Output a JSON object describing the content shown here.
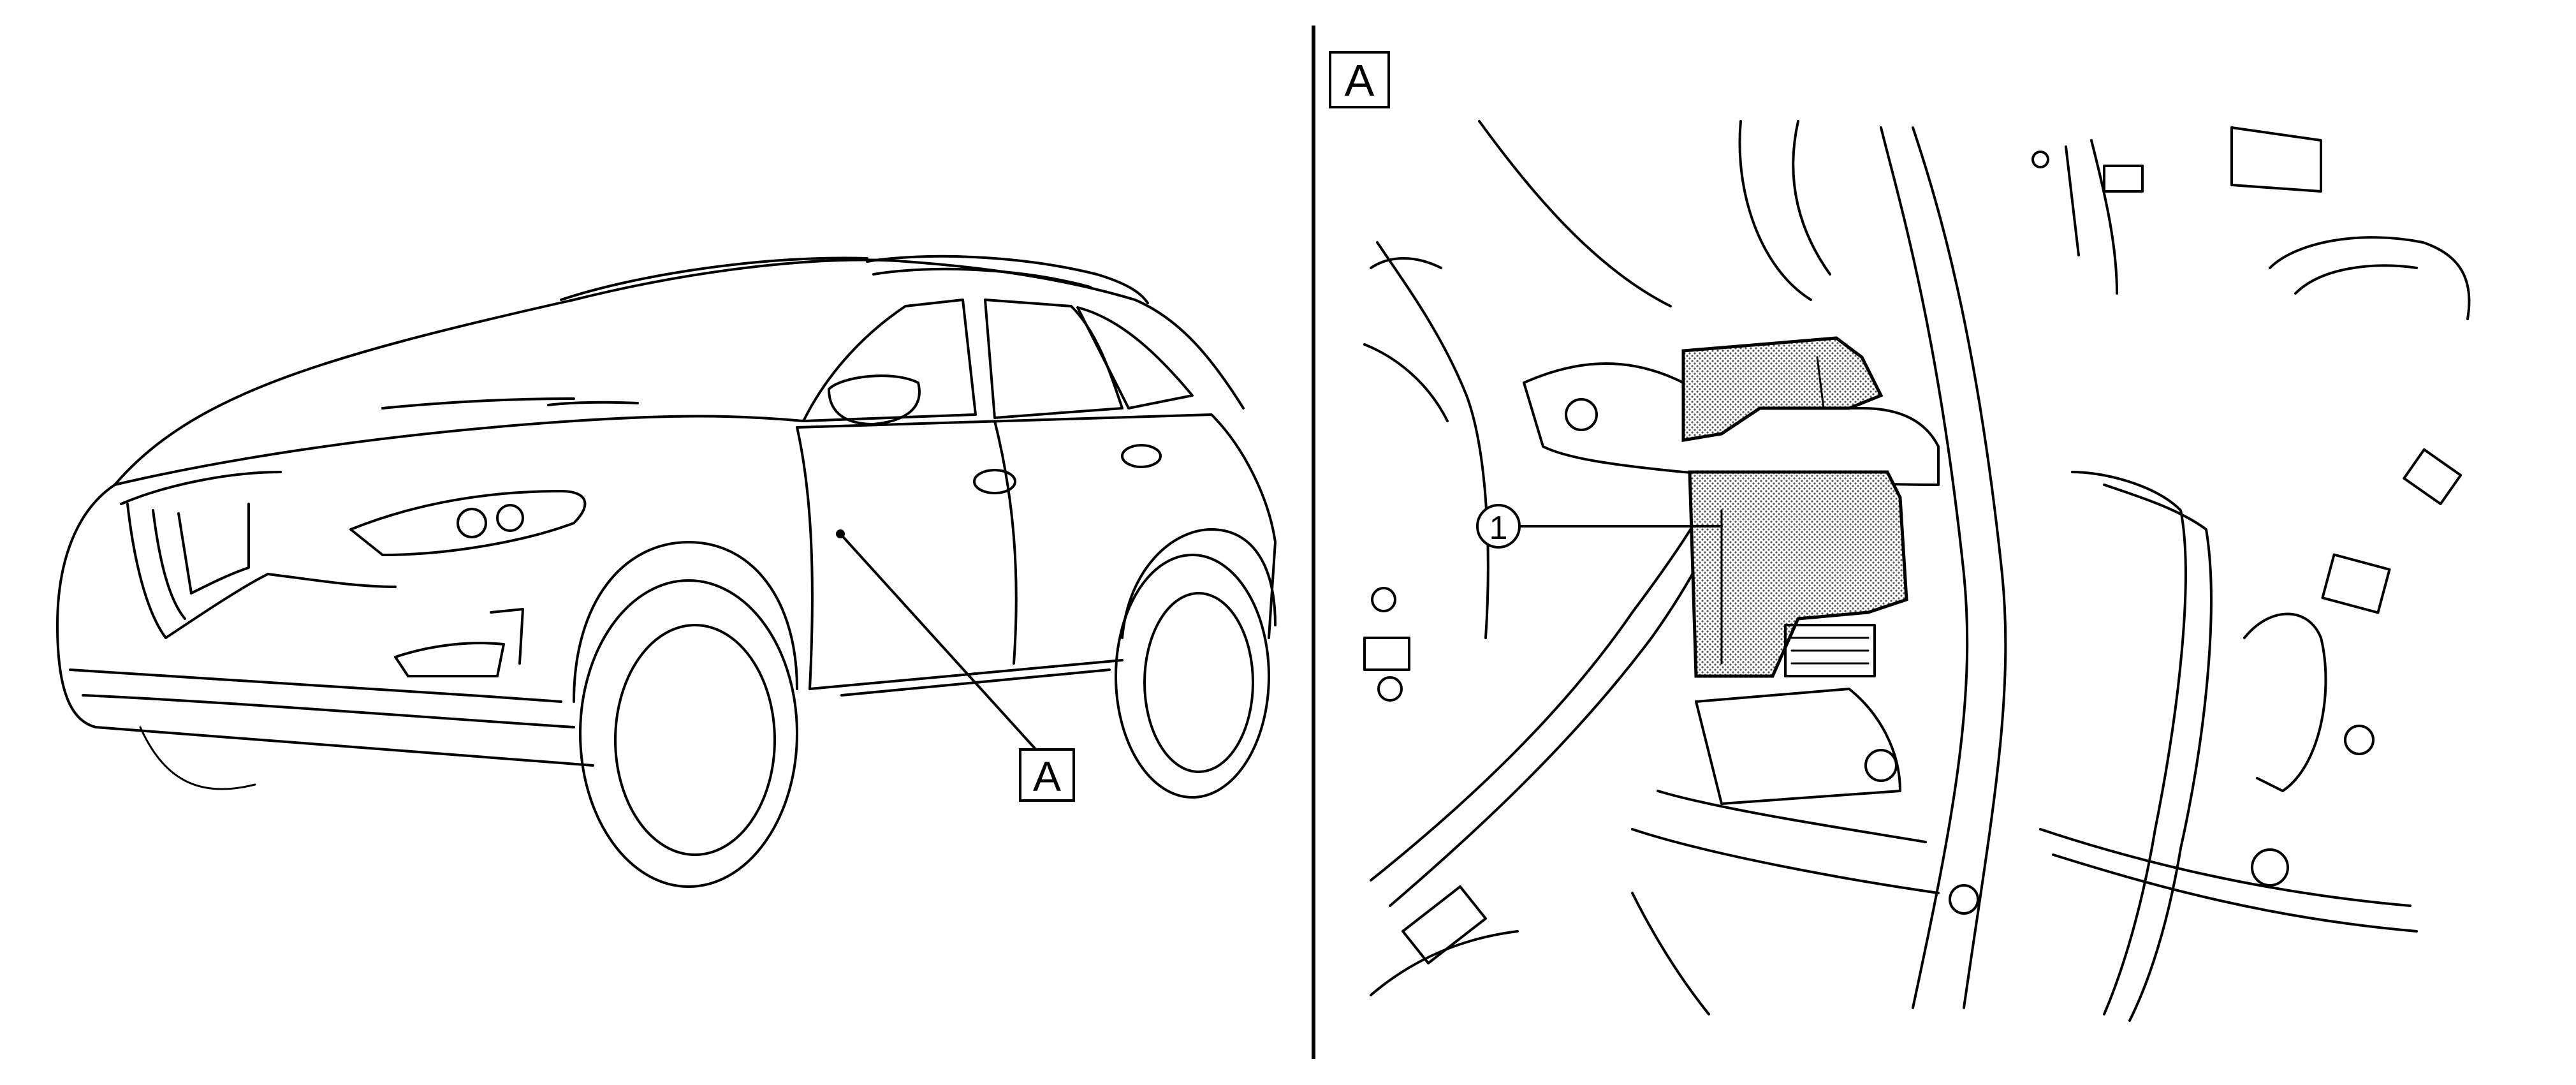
{
  "figure": {
    "callout_overview": "A",
    "callout_detail": "A",
    "part_number": "1"
  },
  "colors": {
    "line": "#000000",
    "background": "#ffffff",
    "component_fill": "#bdbdbd"
  }
}
